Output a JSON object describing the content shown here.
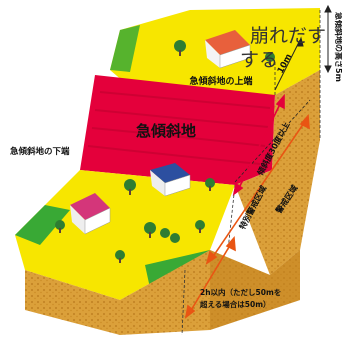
{
  "header_text": [
    "崩れだす",
    "する"
  ],
  "labels": {
    "steep_slope": "急傾斜地",
    "slope_top": "急傾斜地の上端",
    "slope_bottom": "急傾斜地の下端",
    "height_5m": "急傾斜地の高さ5m",
    "distance_10m": "10m",
    "angle_30": "傾斜度30度以上",
    "special_zone": "特別警戒区域",
    "warning_zone": "警戒区域",
    "within_2h_line1": "2h以内（ただし50mを",
    "within_2h_line2": "超える場合は50m）"
  },
  "colors": {
    "yellow": "#f7e600",
    "green": "#39a935",
    "red": "#e4003b",
    "soil": "#d89a2c",
    "soil_dark": "#b97a1a",
    "orange": "#e95513"
  }
}
